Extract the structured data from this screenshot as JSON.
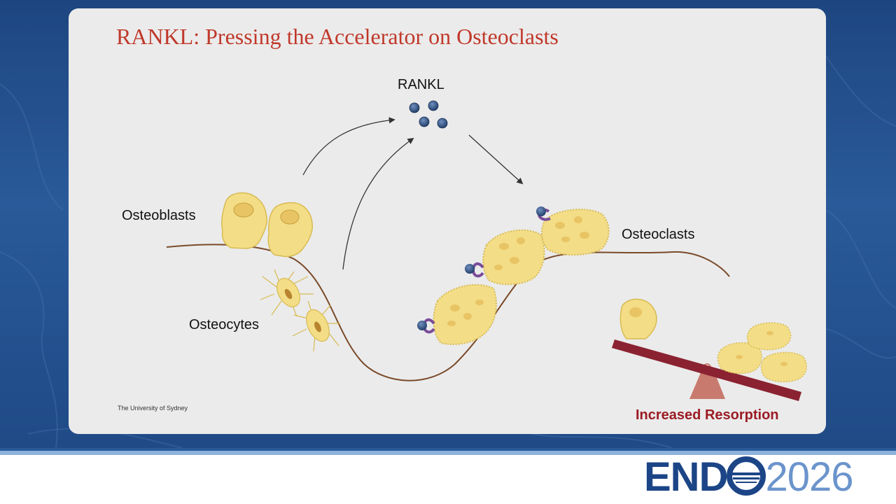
{
  "slide": {
    "title": "RANKL: Pressing the Accelerator on Osteoclasts",
    "labels": {
      "rankl": "RANKL",
      "osteoblasts": "Osteoblasts",
      "osteocytes": "Osteocytes",
      "osteoclasts": "Osteoclasts"
    },
    "credit": "The University of Sydney",
    "seesaw_caption": "Increased Resorption"
  },
  "branding": {
    "logo_word": "END",
    "logo_year": "2026"
  },
  "colors": {
    "title": "#c0392b",
    "caption": "#9b1c24",
    "cell_fill": "#f3dd86",
    "cell_stroke": "#d8bb52",
    "rankl_molecule": "#2d4e7c",
    "receptor": "#7a4c9a",
    "bone_line": "#7a4a2a",
    "seesaw_beam": "#8b2231",
    "seesaw_fulcrum": "#c97a6e",
    "logo_dark": "#1c4587",
    "logo_light": "#6b94cc"
  }
}
